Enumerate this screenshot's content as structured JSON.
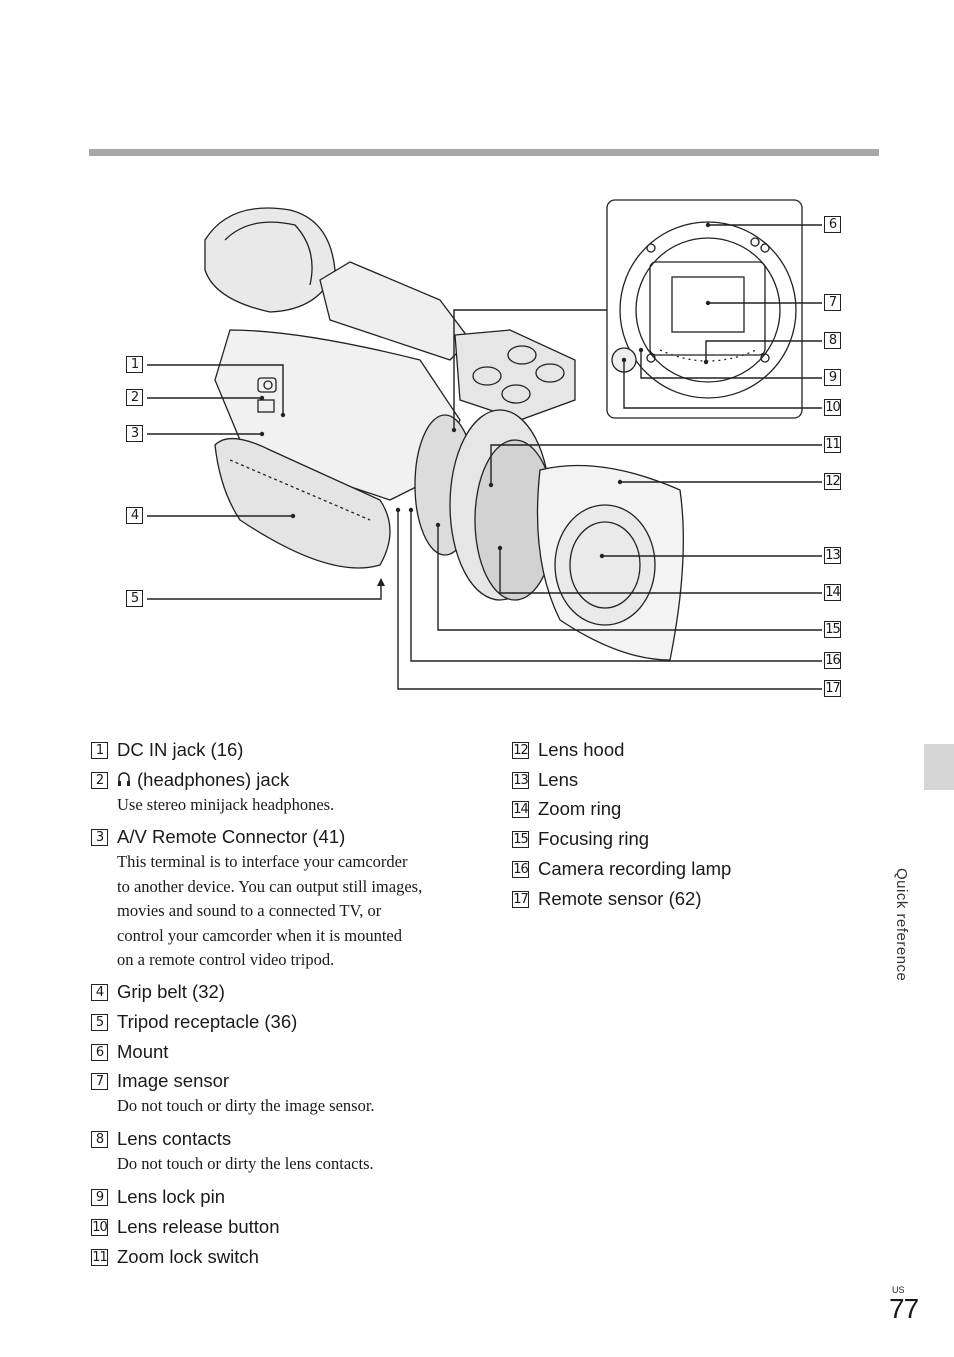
{
  "parts": [
    {
      "n": "1",
      "label": "DC IN jack (16)"
    },
    {
      "n": "2",
      "label": "(headphones) jack",
      "icon": "headphones-icon",
      "desc": [
        "Use stereo minijack headphones."
      ]
    },
    {
      "n": "3",
      "label": "A/V Remote Connector (41)",
      "desc": [
        "This terminal is to interface your camcorder",
        "to another device. You can output still images,",
        "movies and sound to a connected TV, or",
        "control your camcorder when it is mounted",
        "on a remote control video tripod."
      ]
    },
    {
      "n": "4",
      "label": "Grip belt (32)"
    },
    {
      "n": "5",
      "label": "Tripod receptacle (36)"
    },
    {
      "n": "6",
      "label": "Mount"
    },
    {
      "n": "7",
      "label": "Image sensor",
      "desc": [
        "Do not touch or dirty the image sensor."
      ]
    },
    {
      "n": "8",
      "label": "Lens contacts",
      "desc": [
        "Do not touch or dirty the lens contacts."
      ]
    },
    {
      "n": "9",
      "label": "Lens lock pin"
    },
    {
      "n": "10",
      "label": "Lens release button"
    },
    {
      "n": "11",
      "label": "Zoom lock switch"
    },
    {
      "n": "12",
      "label": "Lens hood"
    },
    {
      "n": "13",
      "label": "Lens"
    },
    {
      "n": "14",
      "label": "Zoom ring"
    },
    {
      "n": "15",
      "label": "Focusing ring"
    },
    {
      "n": "16",
      "label": "Camera recording lamp"
    },
    {
      "n": "17",
      "label": "Remote sensor (62)"
    }
  ],
  "side_tab": "Quick reference",
  "page": {
    "country": "US",
    "number": "77"
  }
}
